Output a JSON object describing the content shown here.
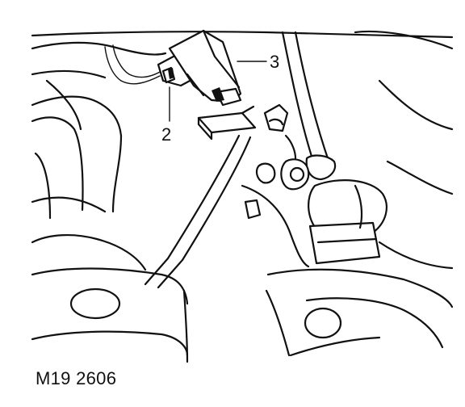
{
  "callouts": [
    {
      "id": "2",
      "label": "2"
    },
    {
      "id": "3",
      "label": "3"
    }
  ],
  "figure_reference": "M19 2606"
}
